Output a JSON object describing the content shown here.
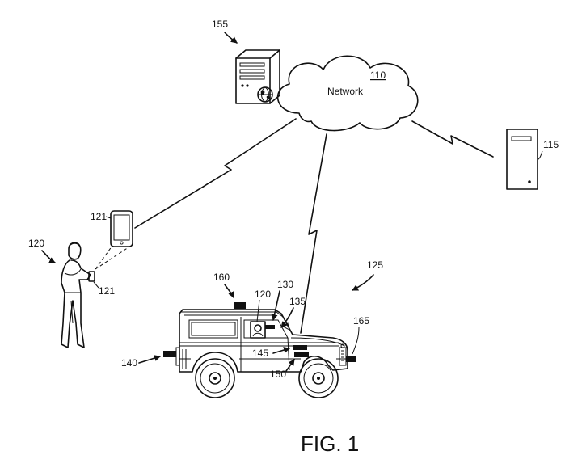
{
  "figure": {
    "caption": "FIG. 1",
    "network": {
      "ref": "110",
      "text": "Network"
    },
    "refs": {
      "server_155": "155",
      "computer_115": "115",
      "phone_121_top": "121",
      "phone_121_hand": "121",
      "user_120": "120",
      "vehicle_125": "125",
      "camera_160": "160",
      "occupant_120": "120",
      "device_130": "130",
      "device_135": "135",
      "camera_165": "165",
      "camera_140": "140",
      "ctrl_145": "145",
      "ctrl_150": "150"
    }
  }
}
